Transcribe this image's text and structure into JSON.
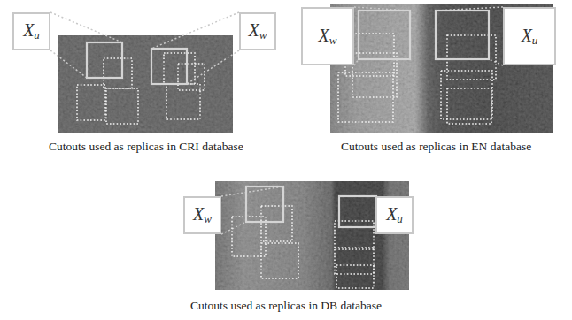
{
  "diagram": {
    "nodes": [
      {
        "text": [
          "Xu"
        ]
      },
      {
        "text": [
          "Xw"
        ]
      },
      {
        "text": [
          "Xw"
        ]
      },
      {
        "text": [
          "Xu"
        ]
      },
      {
        "text": [
          "Xw"
        ]
      },
      {
        "text": [
          "Xu"
        ]
      }
    ],
    "labels": [
      "Cutouts used as replicas in CRI database",
      "Cutouts used as replicas in EN database",
      "Cutouts used as replicas in DB database"
    ]
  }
}
